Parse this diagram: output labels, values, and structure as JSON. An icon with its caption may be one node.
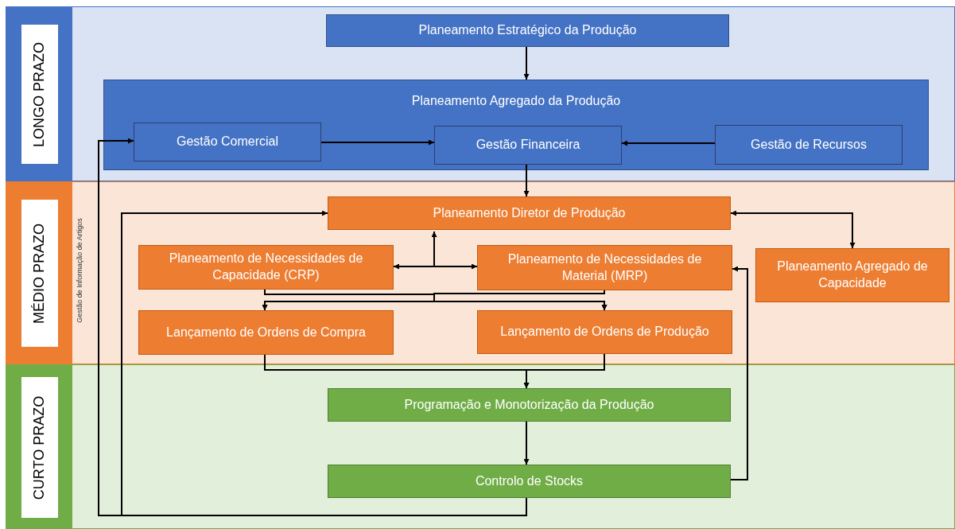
{
  "diagram": {
    "nodes": [
      {
        "text": [
          "LONGO PRAZO"
        ]
      },
      {
        "text": [
          "Planeamento Estratégico da Produção"
        ],
        "in": 0
      },
      {
        "text": [
          "Planeamento Agregado da Produção"
        ],
        "in": 0
      },
      {
        "text": [
          "Gestão Comercial"
        ],
        "in": 2
      },
      {
        "text": [
          "Gestão Financeira"
        ],
        "in": 2
      },
      {
        "text": [
          "Gestão de Recursos"
        ],
        "in": 2
      },
      {
        "text": [
          "MÉDIO PRAZO"
        ]
      },
      {
        "text": [
          "Planeamento Diretor de Produção"
        ],
        "in": 6
      },
      {
        "text": [
          "Planeamento de Necessidades de Capacidade (CRP)"
        ],
        "in": 6
      },
      {
        "text": [
          "Planeamento de Necessidades de Material (MRP)"
        ],
        "in": 6
      },
      {
        "text": [
          "Planeamento Agregado de Capacidade"
        ],
        "in": 6
      },
      {
        "text": [
          "Lançamento de Ordens de Compra"
        ],
        "in": 6
      },
      {
        "text": [
          "Lançamento de Ordens de Produção"
        ],
        "in": 6
      },
      {
        "text": [
          "CURTO PRAZO"
        ]
      },
      {
        "text": [
          "Programação e Monotorização da Produção"
        ],
        "in": 13
      },
      {
        "text": [
          "Controlo de Stocks"
        ],
        "in": 13
      }
    ],
    "edges": [
      {
        "from": 1,
        "to": 2,
        "arrow": "to"
      },
      {
        "from": 4,
        "to": 7,
        "arrow": "to"
      },
      {
        "from": 3,
        "to": 4,
        "arrow": "to"
      },
      {
        "from": 5,
        "to": 4,
        "arrow": "to"
      },
      {
        "from": 7,
        "to": 10,
        "arrow": "both"
      },
      {
        "from": 8,
        "to": 9,
        "arrow": "both"
      },
      {
        "from": 8,
        "to": 7,
        "arrow": "to"
      },
      {
        "from": 8,
        "to": 11,
        "arrow": "to"
      },
      {
        "from": 8,
        "to": 12,
        "arrow": "to"
      },
      {
        "from": 9,
        "to": 11,
        "arrow": "to"
      },
      {
        "from": 9,
        "to": 12,
        "arrow": "to"
      },
      {
        "from": 11,
        "to": 14,
        "arrow": "to"
      },
      {
        "from": 12,
        "to": 14,
        "arrow": "to"
      },
      {
        "from": 14,
        "to": 15,
        "arrow": "to"
      },
      {
        "from": 15,
        "to": 9,
        "arrow": "to"
      },
      {
        "from": 15,
        "to": 3,
        "arrow": "to"
      },
      {
        "from": 15,
        "to": 7,
        "arrow": "to"
      }
    ],
    "labels": [
      "Gestão de Informação de Artigos"
    ]
  }
}
